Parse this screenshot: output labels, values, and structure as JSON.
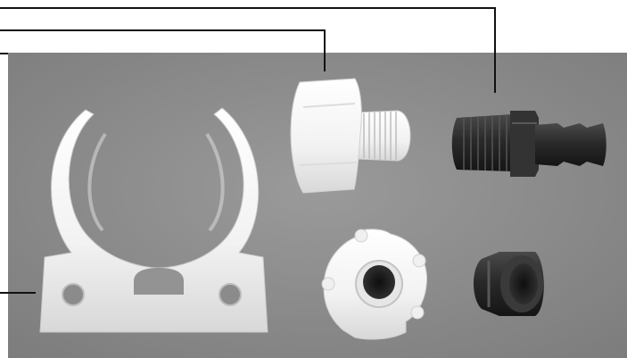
{
  "image": {
    "kind": "product-parts-photo",
    "background_color": "#8c8c8c",
    "white_part_color": "#f4f4f4",
    "black_part_color": "#2a2a2a",
    "leader_line_color": "#111111",
    "labels": []
  },
  "parts": [
    {
      "id": "mounting-clip",
      "icon": "u-clip-bracket-icon",
      "color": "white"
    },
    {
      "id": "white-threaded-adapter",
      "icon": "threaded-adapter-icon",
      "color": "white"
    },
    {
      "id": "black-barbed-fitting",
      "icon": "barbed-fitting-icon",
      "color": "black"
    },
    {
      "id": "white-hex-nut",
      "icon": "hex-nut-icon",
      "color": "white"
    },
    {
      "id": "black-bushing",
      "icon": "bushing-icon",
      "color": "black"
    }
  ]
}
